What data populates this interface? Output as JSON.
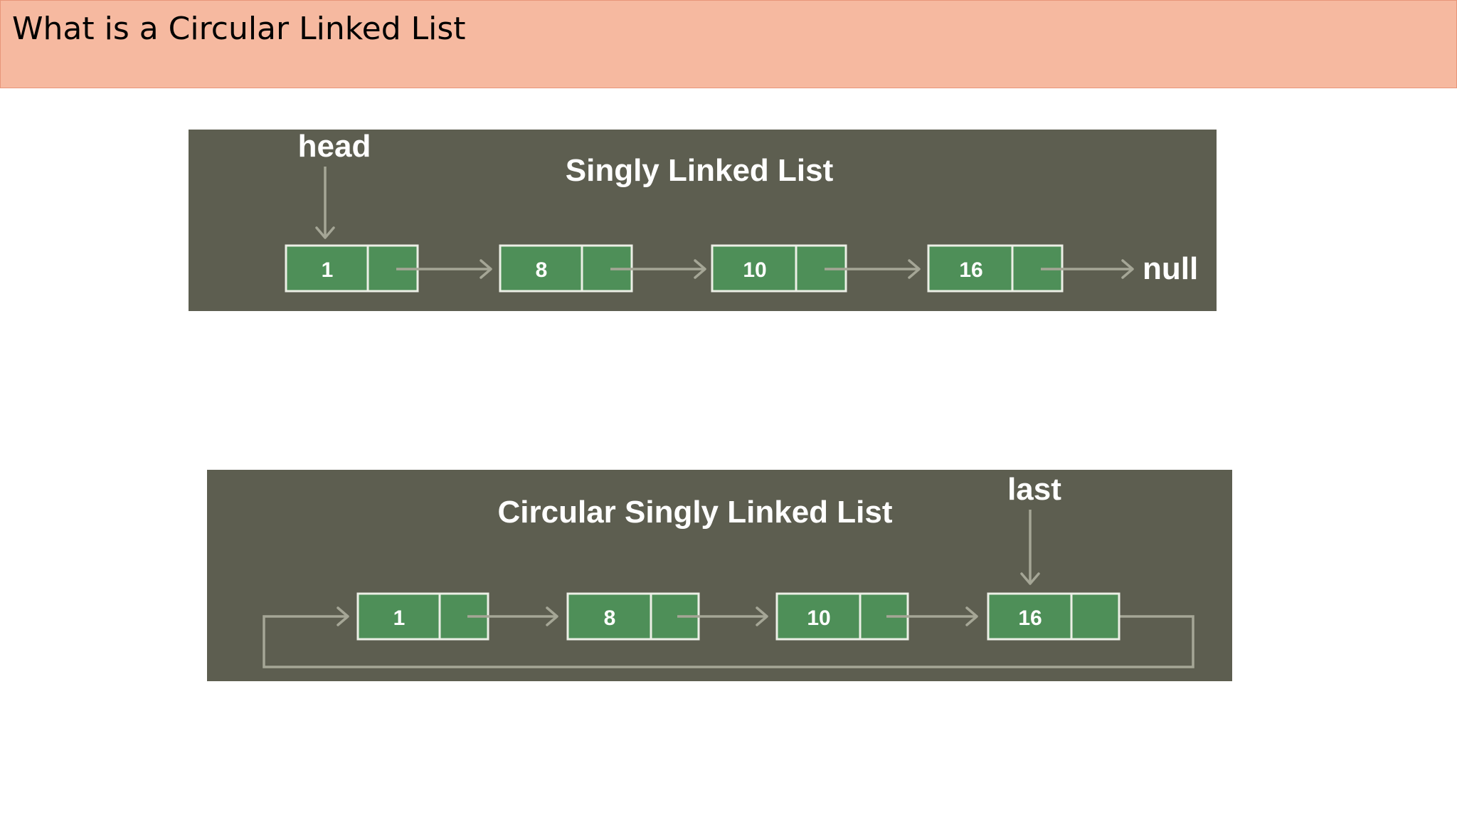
{
  "slide": {
    "title": "What is a Circular Linked List"
  },
  "singly": {
    "title": "Singly Linked List",
    "head_label": "head",
    "null_label": "null",
    "nodes": [
      "1",
      "8",
      "10",
      "16"
    ]
  },
  "circular": {
    "title": "Circular Singly Linked List",
    "last_label": "last",
    "nodes": [
      "1",
      "8",
      "10",
      "16"
    ]
  },
  "colors": {
    "title_bar": "#f6b9a0",
    "panel_bg": "#5d5e50",
    "node_fill": "#4e8f58",
    "node_border": "#ecefe6",
    "arrow": "#a5a696"
  }
}
